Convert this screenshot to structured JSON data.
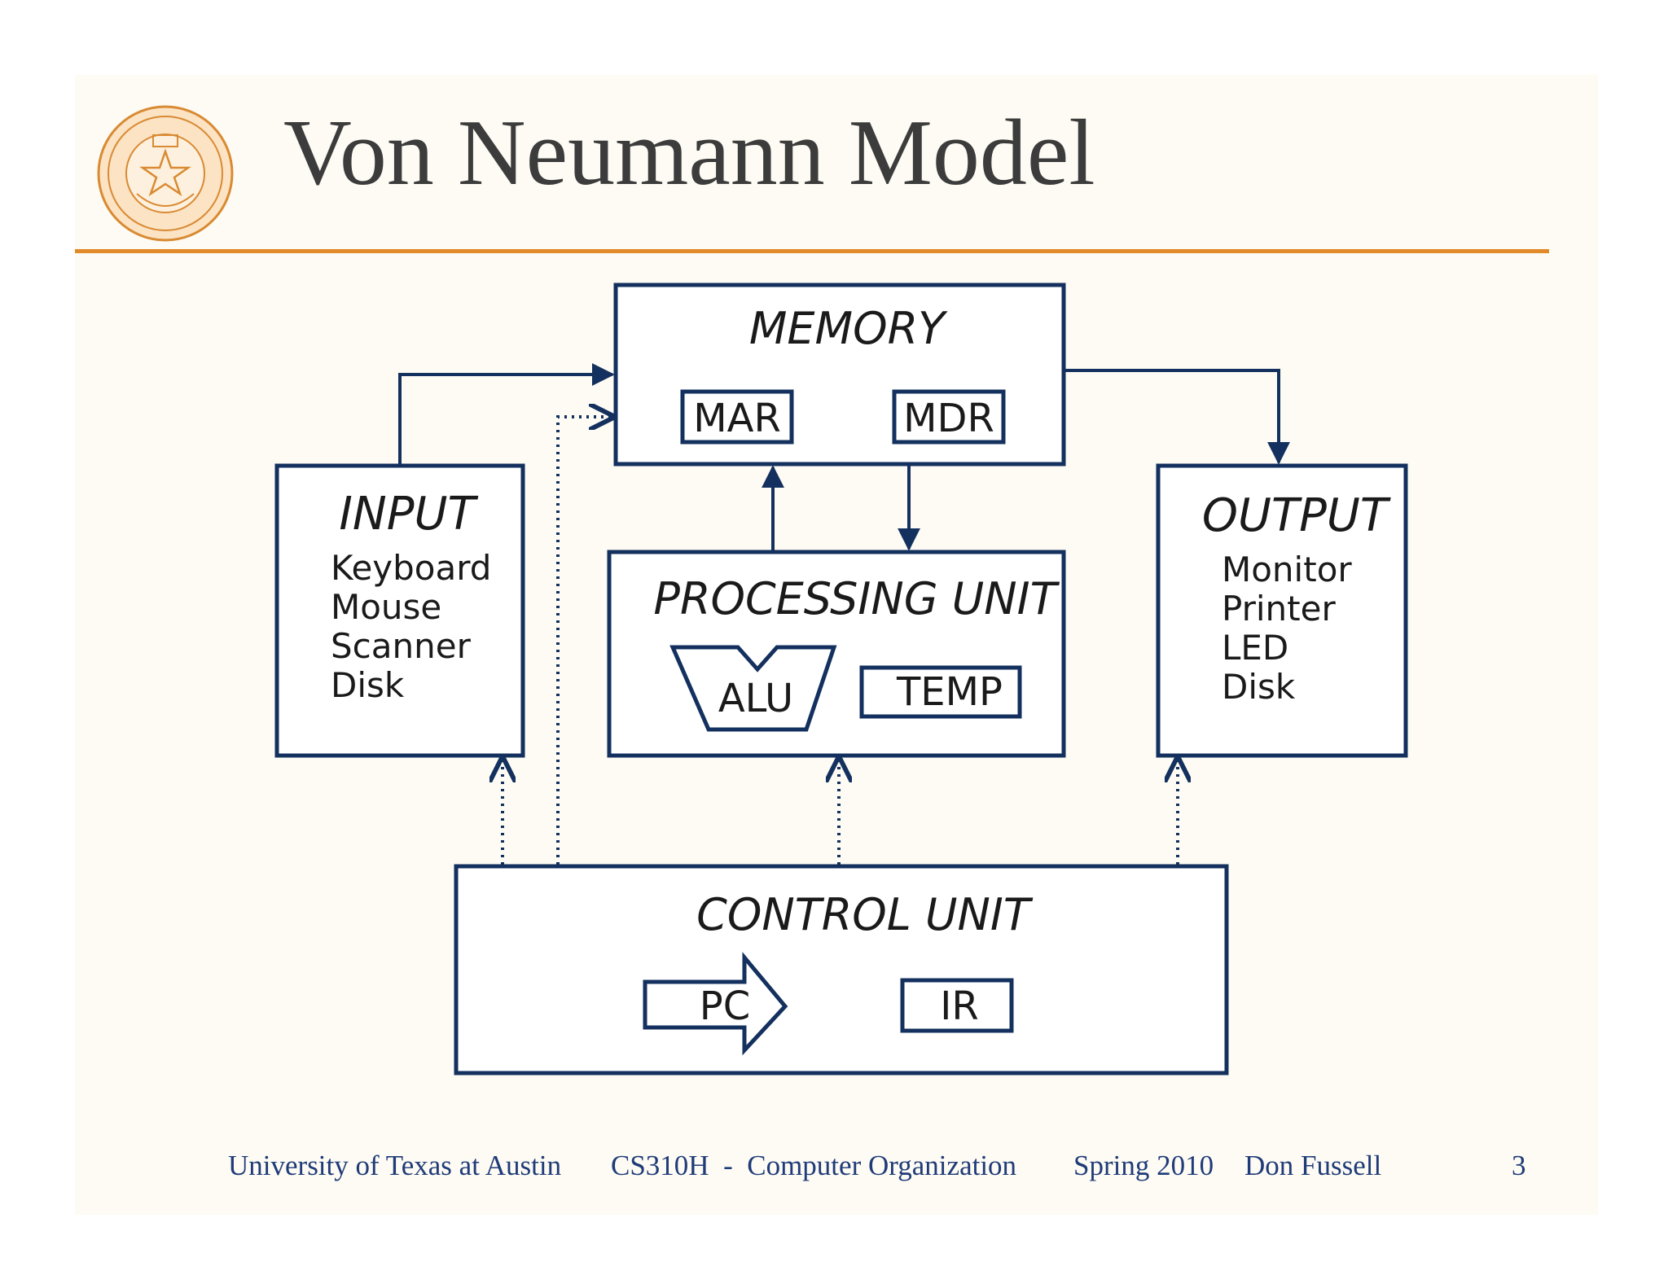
{
  "slide": {
    "title": "Von Neumann Model",
    "seal_alt": "University of Texas at Austin seal"
  },
  "diagram": {
    "memory": {
      "label": "MEMORY",
      "registers": [
        "MAR",
        "MDR"
      ]
    },
    "input": {
      "label": "INPUT",
      "devices": [
        "Keyboard",
        "Mouse",
        "Scanner",
        "Disk"
      ]
    },
    "processing": {
      "label": "PROCESSING UNIT",
      "alu": "ALU",
      "temp": "TEMP"
    },
    "output": {
      "label": "OUTPUT",
      "devices": [
        "Monitor",
        "Printer",
        "LED",
        "Disk"
      ]
    },
    "control": {
      "label": "CONTROL UNIT",
      "pc": "PC",
      "ir": "IR"
    }
  },
  "footer": {
    "institution": "University of Texas at Austin",
    "course": "CS310H  -  Computer Organization",
    "term": "Spring 2010",
    "author": "Don Fussell",
    "page": "3"
  },
  "colors": {
    "box_stroke": "#13305e",
    "accent_rule": "#e08a2a",
    "footer_text": "#1f3b78",
    "seal": "#d98a32"
  }
}
